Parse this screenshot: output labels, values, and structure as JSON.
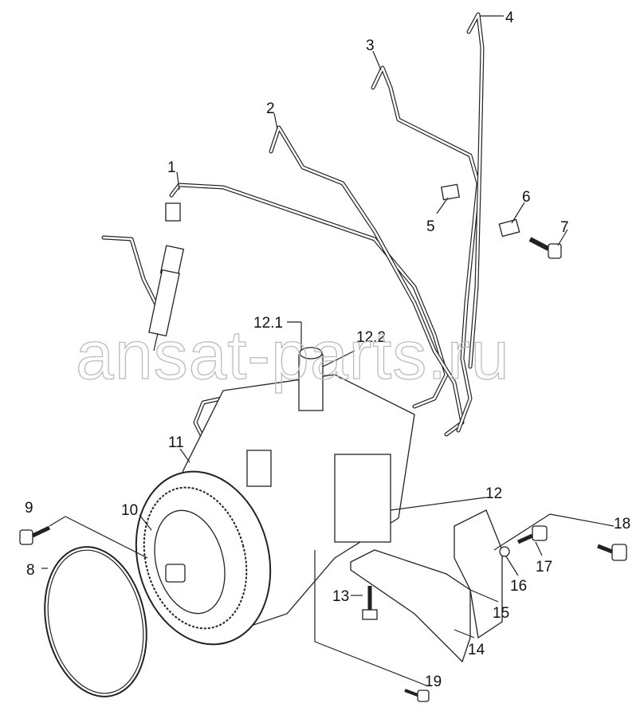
{
  "watermark": "ansat-parts.ru",
  "callouts": [
    "1",
    "2",
    "3",
    "4",
    "5",
    "6",
    "7",
    "8",
    "9",
    "10",
    "11",
    "12",
    "12.1",
    "12.2",
    "13",
    "14",
    "15",
    "16",
    "17",
    "18",
    "19"
  ]
}
